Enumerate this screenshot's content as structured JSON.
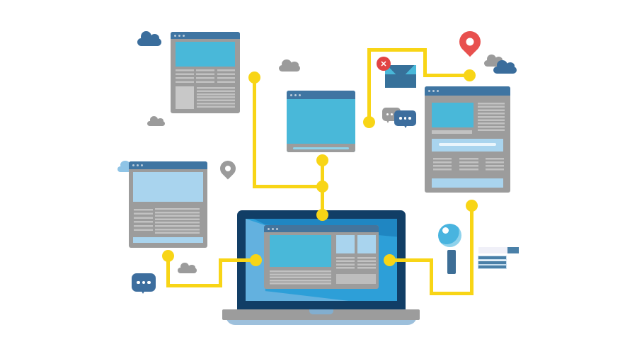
{
  "scene": {
    "type": "flat-design concept illustration",
    "description": "A laptop showing a webpage, connected by yellow angled connector lines with round endpoints to four browser windows, an envelope with a red cancel badge, location pins, chat bubbles, a magnifier, a search-results icon and clouds.",
    "background": "#ffffff"
  },
  "palette": {
    "bg": "#ffffff",
    "yellow": "#F8D516",
    "header_blue": "#3F75A2",
    "header_blue_muted": "#44749C",
    "steel_blue": "#3D6E9E",
    "cyan": "#49B8D9",
    "light_blue": "#A9D4EE",
    "pale_blue": "#8FD3EA",
    "win_gray": "#9C9C9C",
    "line_gray": "#C2C2C2",
    "box_gray": "#C8C8C8",
    "gray_icon": "#9B9B9B",
    "navy": "#113E66",
    "screen_blue": "#2D9FD8",
    "screen_light": "#63B1DF",
    "screen_dark": "#1F86C2",
    "base_gray": "#9C9C9C",
    "base_lip": "#9DC0DC",
    "notch_blue": "#82AECF",
    "red": "#E14444",
    "pin_red": "#E8504E",
    "envelope_blue": "#37719A",
    "magnifier_blue": "#49B4DF",
    "magnifier_light": "#8ED2EC",
    "handle_blue": "#3D6E96",
    "search_bar_bg": "#F0F0F8",
    "search_line_blue": "#4A80A8",
    "dot_light": "#B9CBD9",
    "cloud_dark": "#3A6D9C",
    "cloud_gray": "#9B9B9B",
    "cloud_light": "#8FC4E6"
  },
  "glyphs": {
    "close": "✕"
  },
  "nodes": [
    {
      "name": "browser-window-top-left",
      "kind": "browser-window",
      "variant": "cyan hero image, three text columns, image-plus-article row"
    },
    {
      "name": "browser-window-center",
      "kind": "browser-window",
      "variant": "plain cyan page with gray footer bar"
    },
    {
      "name": "browser-window-right",
      "kind": "browser-window",
      "variant": "cyan image with caption, text block, two light-blue banners, three text columns"
    },
    {
      "name": "browser-window-left",
      "kind": "browser-window",
      "variant": "light-blue hero, two text columns, light-blue footer bar"
    },
    {
      "name": "laptop",
      "kind": "device",
      "variant": "browser page with cyan image, text lines, two light-blue thumbnails and gray box"
    },
    {
      "name": "email-blocked-icon",
      "kind": "icon",
      "variant": "envelope with red close badge"
    },
    {
      "name": "location-pin-red",
      "kind": "icon"
    },
    {
      "name": "location-pin-gray",
      "kind": "icon"
    },
    {
      "name": "chat-bubbles-pair",
      "kind": "icon",
      "variant": "gray bubble behind blue bubble, white dots"
    },
    {
      "name": "chat-bubble-single",
      "kind": "icon",
      "variant": "blue bubble, three white dots"
    },
    {
      "name": "magnifier-icon",
      "kind": "icon",
      "variant": "cyan ball lens with blue stem"
    },
    {
      "name": "search-results-icon",
      "kind": "icon",
      "variant": "search bar with button and three result lines"
    },
    {
      "name": "clouds",
      "kind": "icon",
      "count": 7
    }
  ],
  "connectors": {
    "color_ref": "yellow",
    "paths": 4,
    "endpoint_dots": 10,
    "connects": "top-left area, center window, email, right window, left window and both sides plus top of the laptop"
  }
}
